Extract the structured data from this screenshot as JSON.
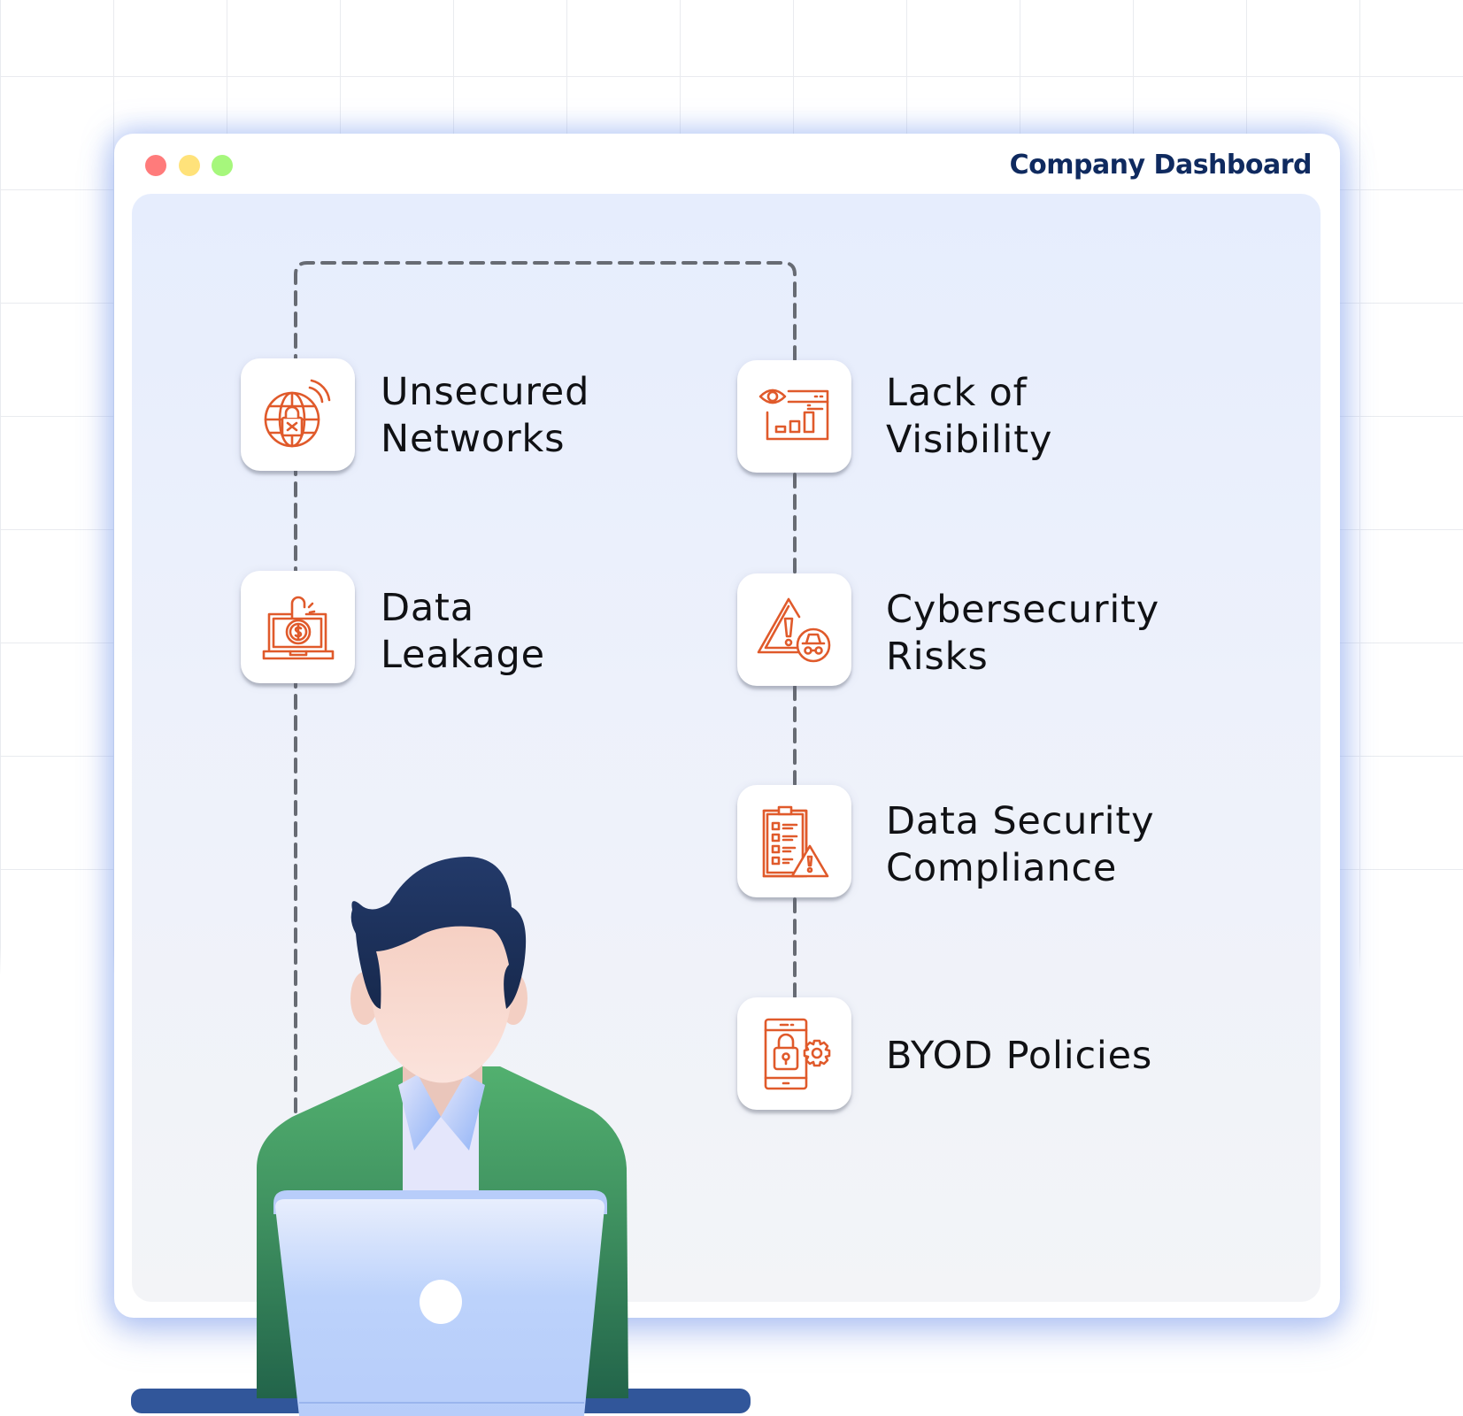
{
  "window": {
    "title": "Company Dashboard",
    "controls": [
      {
        "name": "close",
        "color": "#ff7b7b"
      },
      {
        "name": "minimize",
        "color": "#ffe27a"
      },
      {
        "name": "maximize",
        "color": "#a6f77c"
      }
    ]
  },
  "colors": {
    "title": "#0f2a5f",
    "icon_accent": "#e05a2b",
    "connector": "#676b73",
    "panel_top": "#e6edfd",
    "panel_bottom": "#f3f4f7",
    "shirt_green": "#4faa6b",
    "hair": "#1c2f57",
    "desk": "#31569a",
    "laptop": "#bcd2fb"
  },
  "items": [
    {
      "label": "Unsecured\nNetworks",
      "icon": "globe-lock-wifi-icon"
    },
    {
      "label": "Data\nLeakage",
      "icon": "laptop-unlocked-dollar-icon"
    },
    {
      "label": "Lack of\nVisibility",
      "icon": "eye-dashboard-chart-icon"
    },
    {
      "label": "Cybersecurity\nRisks",
      "icon": "warning-spy-icon"
    },
    {
      "label": "Data Security\nCompliance",
      "icon": "clipboard-checklist-warning-icon"
    },
    {
      "label": "BYOD Policies",
      "icon": "phone-lock-gear-icon"
    }
  ],
  "illustration": {
    "subject": "person-with-laptop"
  }
}
